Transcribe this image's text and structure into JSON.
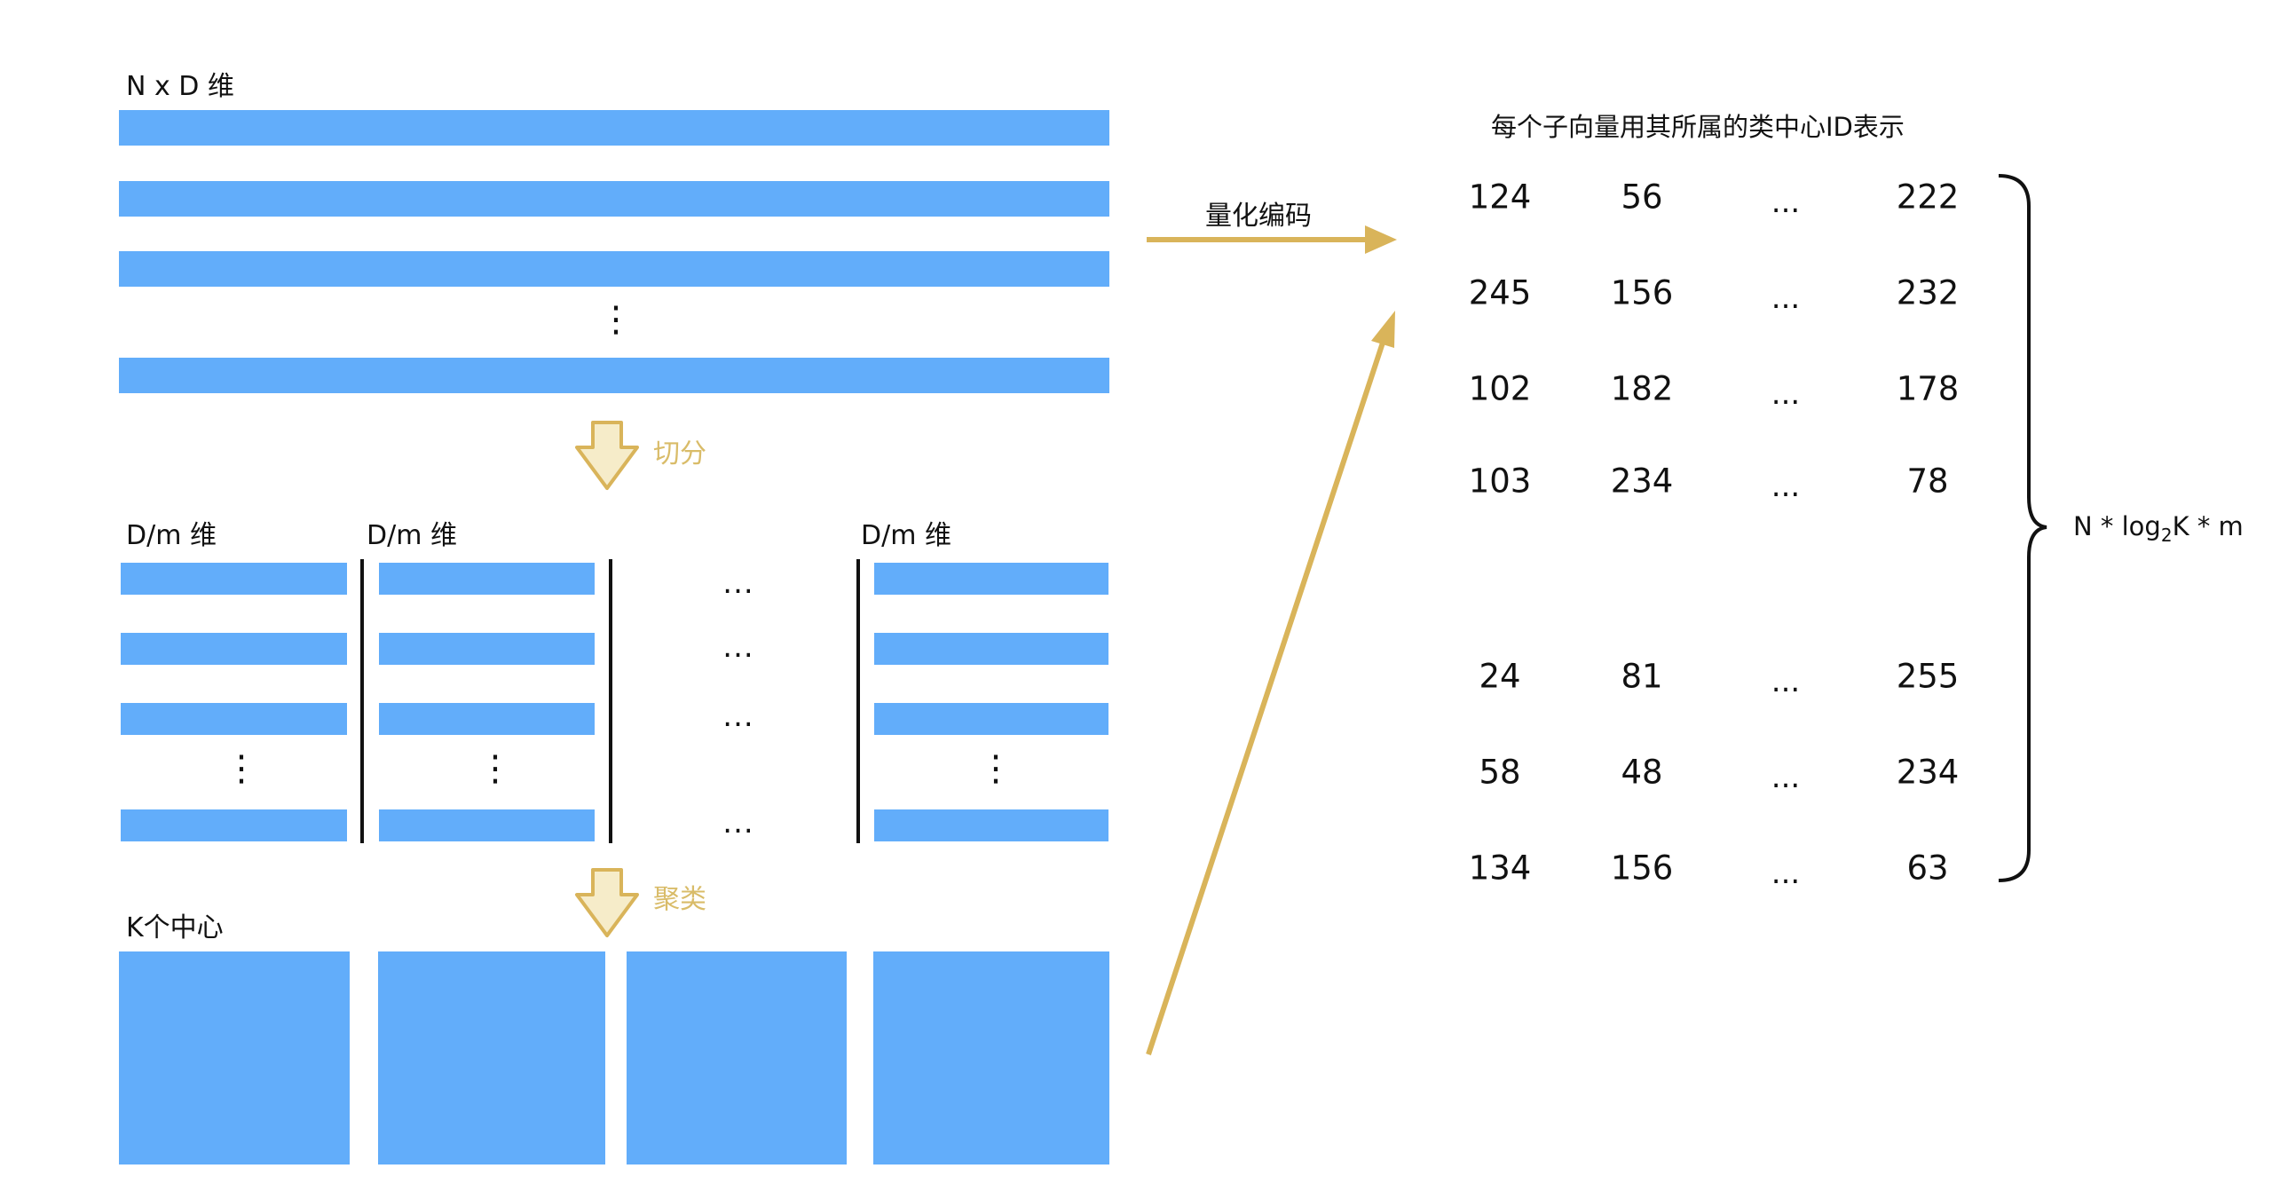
{
  "labels": {
    "full_matrix": "N x D 维",
    "split": "切分",
    "sub_dim": "D/m 维",
    "cluster": "聚类",
    "k_centers": "K个中心",
    "quantize_encode": "量化编码",
    "code_title": "每个子向量用其所属的类中心ID表示",
    "size_prefix": "N * log",
    "size_sub": "2",
    "size_suffix": "K * m"
  },
  "glyphs": {
    "vdots": "⋮",
    "hdots": "...",
    "ellipsis": "..."
  },
  "code_table": {
    "rows": [
      [
        "124",
        "56",
        "...",
        "222"
      ],
      [
        "245",
        "156",
        "...",
        "232"
      ],
      [
        "102",
        "182",
        "...",
        "178"
      ],
      [
        "103",
        "234",
        "...",
        "78"
      ],
      [
        "24",
        "81",
        "...",
        "255"
      ],
      [
        "58",
        "48",
        "...",
        "234"
      ],
      [
        "134",
        "156",
        "...",
        "63"
      ]
    ]
  },
  "colors": {
    "bar_blue": "#62adfa",
    "arrow_gold": "#d9b45a",
    "text": "#111111"
  }
}
